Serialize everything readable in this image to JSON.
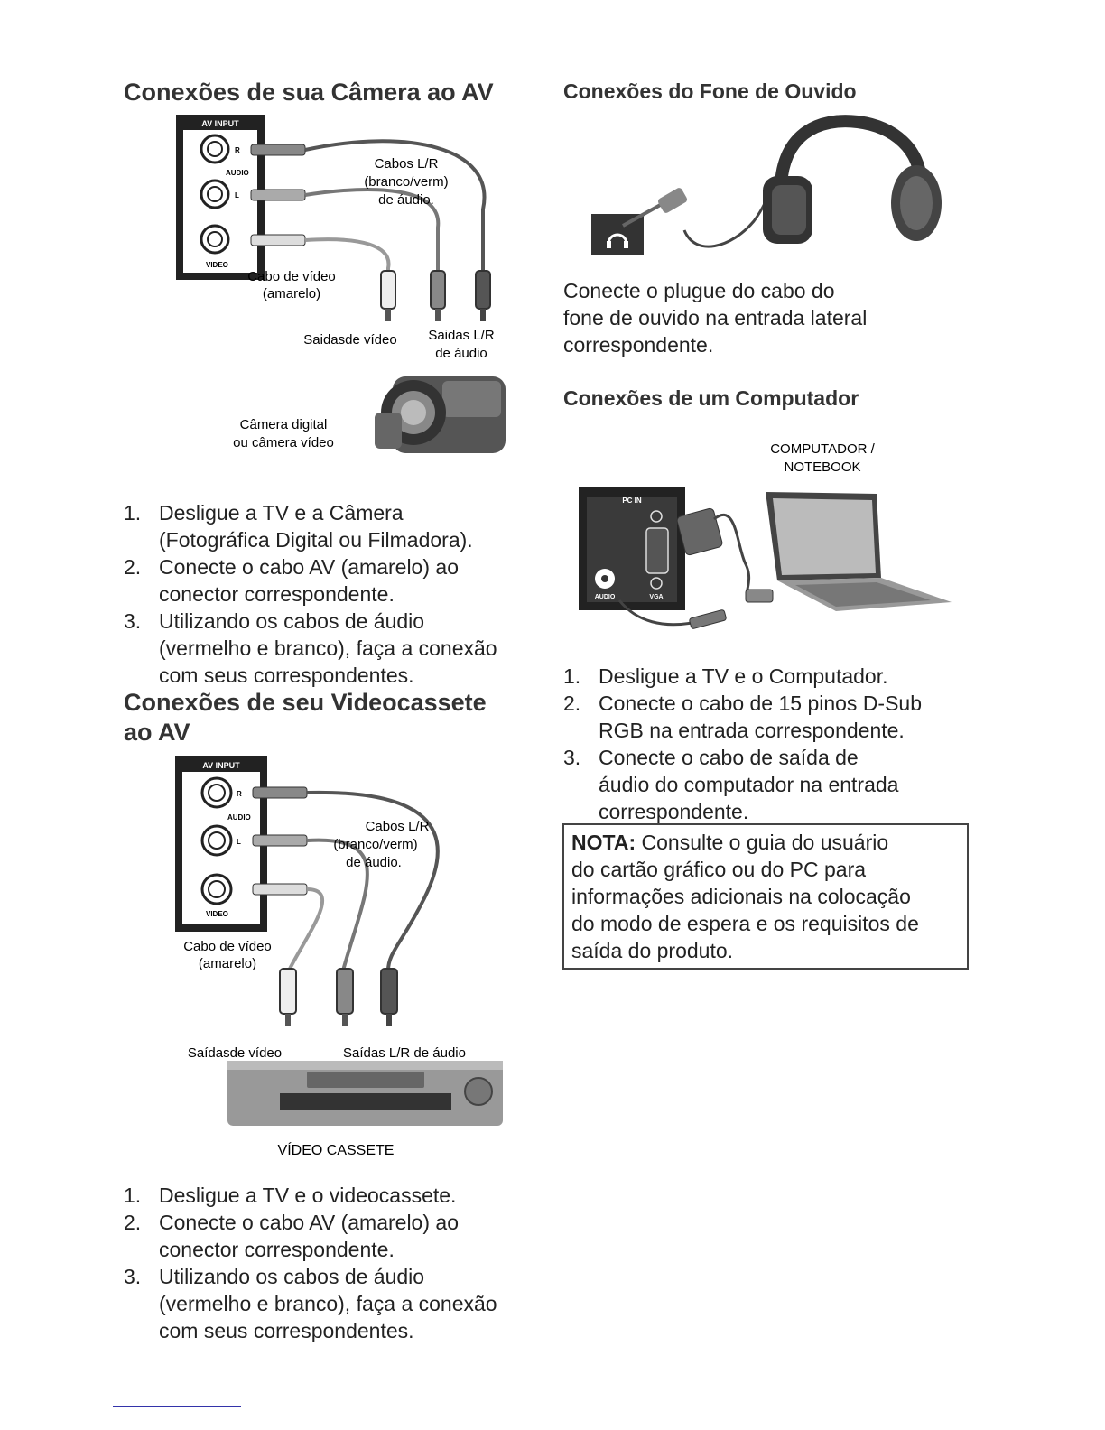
{
  "left": {
    "camera_title": "Conexões de sua Câmera ao AV",
    "camera_fig": {
      "panel_title": "AV INPUT",
      "r": "R",
      "audio": "AUDIO",
      "l": "L",
      "video": "VIDEO",
      "cabos_label_1": "Cabos L/R",
      "cabos_label_2": "(branco/verm)",
      "cabos_label_3": "de áudio.",
      "video_cable_1": "Cabo de vídeo",
      "video_cable_2": "(amarelo)",
      "video_out": "Saidasde vídeo",
      "audio_out_1": "Saidas L/R",
      "audio_out_2": "de áudio",
      "camera_1": "Câmera digital",
      "camera_2": "ou câmera vídeo"
    },
    "camera_steps": [
      {
        "num": "1.",
        "lines": [
          "Desligue a TV e a Câmera",
          "(Fotográfica Digital ou Filmadora)."
        ]
      },
      {
        "num": "2.",
        "lines": [
          "Conecte o cabo AV (amarelo) ao",
          "conector correspondente."
        ]
      },
      {
        "num": "3.",
        "lines": [
          "Utilizando os cabos de áudio",
          "(vermelho e branco), faça a conexão",
          "com seus correspondentes."
        ]
      }
    ],
    "vcr_title_1": "Conexões de seu Videocassete",
    "vcr_title_2": "ao AV",
    "vcr_fig": {
      "panel_title": "AV INPUT",
      "r": "R",
      "audio": "AUDIO",
      "l": "L",
      "video": "VIDEO",
      "cabos_label_1": "Cabos L/R",
      "cabos_label_2": "(branco/verm)",
      "cabos_label_3": "de áudio.",
      "video_cable_1": "Cabo de vídeo",
      "video_cable_2": "(amarelo)",
      "video_out": "Saídasde vídeo",
      "audio_out": "Saídas L/R de áudio",
      "vcr_caption": "VÍDEO CASSETE"
    },
    "vcr_steps": [
      {
        "num": "1.",
        "lines": [
          "Desligue a TV e o videocassete."
        ]
      },
      {
        "num": "2.",
        "lines": [
          "Conecte o cabo AV (amarelo) ao",
          "conector correspondente."
        ]
      },
      {
        "num": "3.",
        "lines": [
          "Utilizando os cabos de áudio",
          "(vermelho e branco), faça a conexão",
          "com seus correspondentes."
        ]
      }
    ]
  },
  "right": {
    "headphone_title": "Conexões do Fone de Ouvido",
    "headphone_text": [
      "Conecte o plugue do cabo do",
      "fone de ouvido na entrada lateral",
      "correspondente."
    ],
    "computer_title": "Conexões de um Computador",
    "computer_fig": {
      "label_1": "COMPUTADOR /",
      "label_2": "NOTEBOOK",
      "pc_in": "PC IN",
      "audio": "AUDIO",
      "vga": "VGA"
    },
    "computer_steps": [
      {
        "num": "1.",
        "lines": [
          "Desligue a TV e o Computador."
        ]
      },
      {
        "num": "2.",
        "lines": [
          "Conecte o cabo de 15 pinos D-Sub",
          "RGB na entrada correspondente."
        ]
      },
      {
        "num": "3.",
        "lines": [
          "Conecte o cabo de saída de",
          "áudio do computador na entrada",
          "correspondente."
        ]
      }
    ],
    "note_label": "NOTA:",
    "note_lines": [
      " Consulte o guia do usuário",
      "do cartão gráfico ou do PC para",
      "informações adicionais na colocação",
      "do modo de espera e os requisitos de",
      "saída do produto."
    ]
  }
}
